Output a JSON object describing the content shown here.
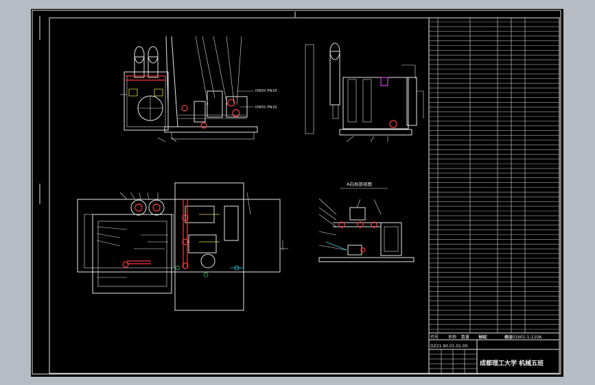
{
  "drawing": {
    "label_pump": "DN50 PN16",
    "label_valve": "DN50 PN16",
    "section_title": "A向局部视图",
    "title_block": {
      "header": [
        "代号",
        "名称",
        "数量",
        "材料",
        "备注"
      ],
      "label": "标记",
      "drawing_no": "01001601-1-110A",
      "id": "DZ21.90.01.01.00",
      "university": "成都理工大学 机械五班"
    }
  },
  "colors": {
    "background": "#000000",
    "outer": "#b7bcc4"
  }
}
